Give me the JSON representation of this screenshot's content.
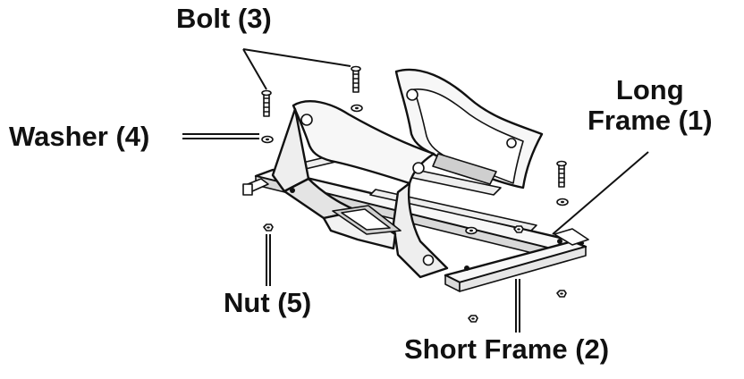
{
  "labels": {
    "bolt": "Bolt (3)",
    "washer": "Washer (4)",
    "long_frame_line1": "Long",
    "long_frame_line2": "Frame (1)",
    "nut": "Nut (5)",
    "short_frame": "Short Frame (2)"
  },
  "colors": {
    "line": "#111111",
    "panel_fill": "#f7f7f7",
    "shade": "#d9d9d9",
    "background": "#ffffff"
  }
}
